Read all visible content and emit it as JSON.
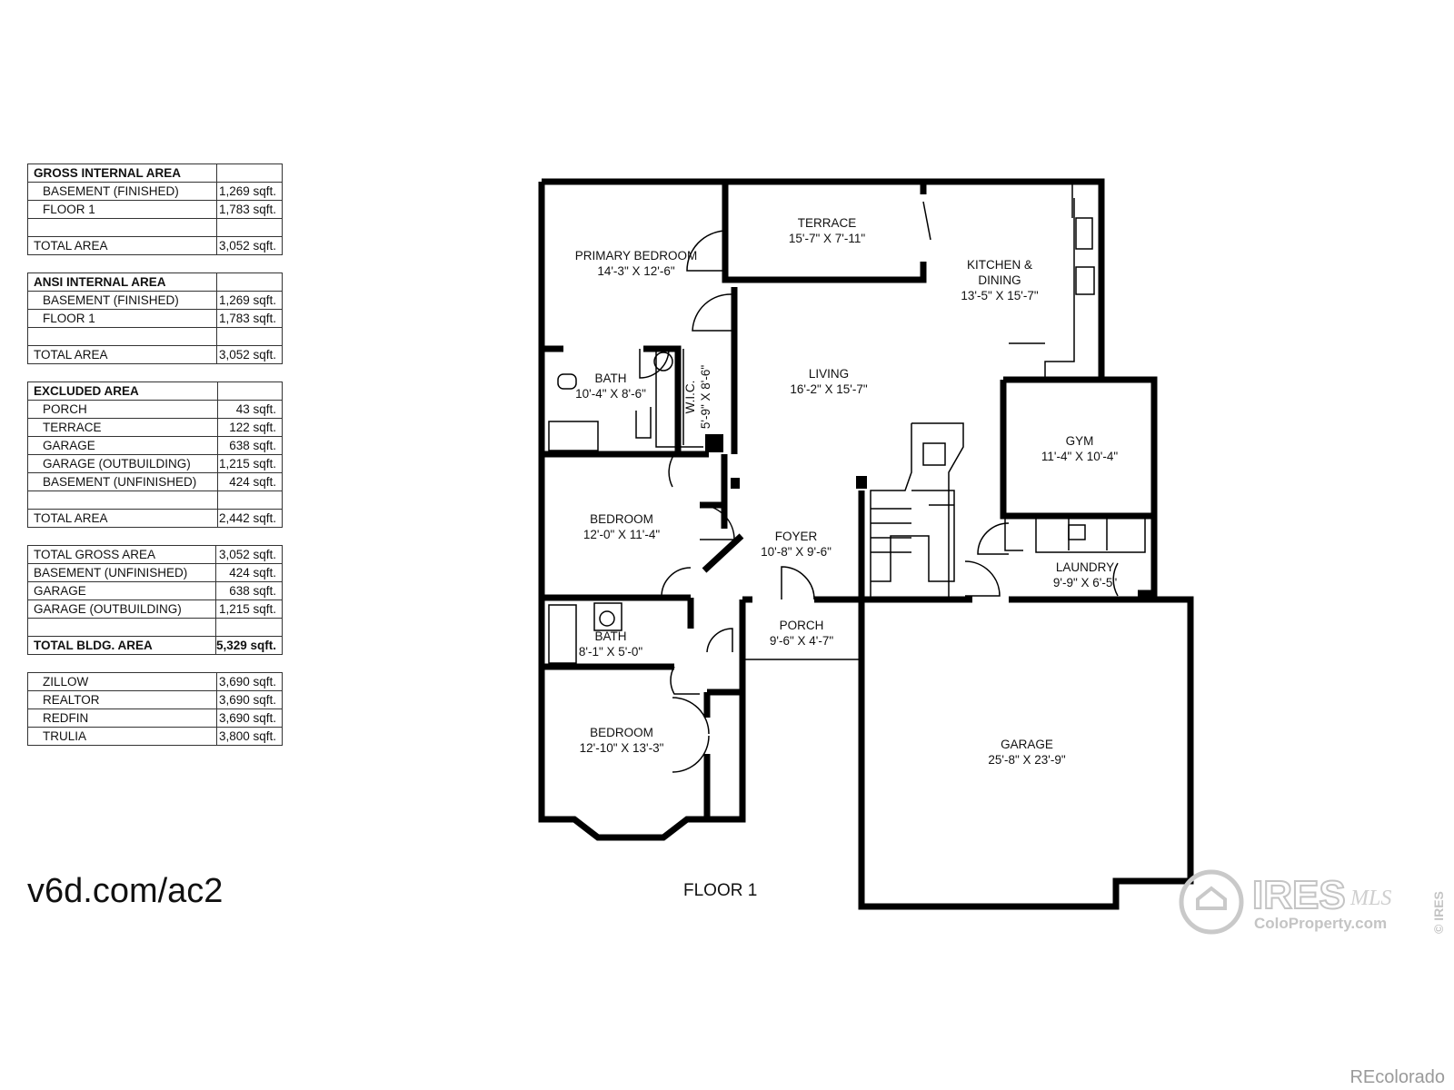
{
  "tables": [
    {
      "rows": [
        {
          "label": "GROSS INTERNAL AREA",
          "value": "",
          "style": "header"
        },
        {
          "label": "BASEMENT (FINISHED)",
          "value": "1,269 sqft.",
          "style": "indent"
        },
        {
          "label": "FLOOR 1",
          "value": "1,783 sqft.",
          "style": "indent"
        },
        {
          "label": "",
          "value": "",
          "style": "blank"
        },
        {
          "label": "TOTAL AREA",
          "value": "3,052 sqft.",
          "style": "plain"
        }
      ]
    },
    {
      "rows": [
        {
          "label": "ANSI INTERNAL AREA",
          "value": "",
          "style": "header"
        },
        {
          "label": "BASEMENT (FINISHED)",
          "value": "1,269 sqft.",
          "style": "indent"
        },
        {
          "label": "FLOOR 1",
          "value": "1,783 sqft.",
          "style": "indent"
        },
        {
          "label": "",
          "value": "",
          "style": "blank"
        },
        {
          "label": "TOTAL AREA",
          "value": "3,052 sqft.",
          "style": "plain"
        }
      ]
    },
    {
      "rows": [
        {
          "label": "EXCLUDED AREA",
          "value": "",
          "style": "header"
        },
        {
          "label": "PORCH",
          "value": "43 sqft.",
          "style": "indent"
        },
        {
          "label": "TERRACE",
          "value": "122 sqft.",
          "style": "indent"
        },
        {
          "label": "GARAGE",
          "value": "638 sqft.",
          "style": "indent"
        },
        {
          "label": "GARAGE (OUTBUILDING)",
          "value": "1,215 sqft.",
          "style": "indent"
        },
        {
          "label": "BASEMENT (UNFINISHED)",
          "value": "424 sqft.",
          "style": "indent"
        },
        {
          "label": "",
          "value": "",
          "style": "blank"
        },
        {
          "label": "TOTAL AREA",
          "value": "2,442 sqft.",
          "style": "plain"
        }
      ]
    },
    {
      "rows": [
        {
          "label": "TOTAL GROSS AREA",
          "value": "3,052 sqft.",
          "style": "plain"
        },
        {
          "label": "BASEMENT (UNFINISHED)",
          "value": "424 sqft.",
          "style": "plain"
        },
        {
          "label": "GARAGE",
          "value": "638 sqft.",
          "style": "plain"
        },
        {
          "label": "GARAGE (OUTBUILDING)",
          "value": "1,215 sqft.",
          "style": "plain"
        },
        {
          "label": "",
          "value": "",
          "style": "blank"
        },
        {
          "label": "TOTAL BLDG. AREA",
          "value": "5,329 sqft.",
          "style": "header"
        }
      ]
    },
    {
      "rows": [
        {
          "label": "ZILLOW",
          "value": "3,690 sqft.",
          "style": "indent"
        },
        {
          "label": "REALTOR",
          "value": "3,690 sqft.",
          "style": "indent"
        },
        {
          "label": "REDFIN",
          "value": "3,690 sqft.",
          "style": "indent"
        },
        {
          "label": "TRULIA",
          "value": "3,800 sqft.",
          "style": "indent"
        }
      ]
    }
  ],
  "rooms": {
    "terrace": {
      "name": "TERRACE",
      "dims": "15'-7\" X 7'-11\""
    },
    "primary_bedroom": {
      "name": "PRIMARY BEDROOM",
      "dims": "14'-3\" X 12'-6\""
    },
    "kitchen": {
      "name": "KITCHEN &",
      "name2": "DINING",
      "dims": "13'-5\" X 15'-7\""
    },
    "living": {
      "name": "LIVING",
      "dims": "16'-2\" X 15'-7\""
    },
    "bath1": {
      "name": "BATH",
      "dims": "10'-4\" X 8'-6\""
    },
    "wic": {
      "name": "W.I.C.",
      "dims": "5'-9\" X 8'-6\""
    },
    "gym": {
      "name": "GYM",
      "dims": "11'-4\" X 10'-4\""
    },
    "bedroom1": {
      "name": "BEDROOM",
      "dims": "12'-0\" X 11'-4\""
    },
    "foyer": {
      "name": "FOYER",
      "dims": "10'-8\" X 9'-6\""
    },
    "laundry": {
      "name": "LAUNDRY",
      "dims": "9'-9\" X 6'-5\""
    },
    "porch": {
      "name": "PORCH",
      "dims": "9'-6\" X 4'-7\""
    },
    "bath2": {
      "name": "BATH",
      "dims": "8'-1\" X 5'-0\""
    },
    "bedroom2": {
      "name": "BEDROOM",
      "dims": "12'-10\" X 13'-3\""
    },
    "garage": {
      "name": "GARAGE",
      "dims": "25'-8\" X 23'-9\""
    }
  },
  "floor_label": "FLOOR 1",
  "url": "v6d.com/ac2",
  "watermark": {
    "brand": "IRES",
    "mls": "MLS",
    "sub": "ColoProperty.com",
    "side": "© IRES"
  },
  "footer": "REcolorado"
}
